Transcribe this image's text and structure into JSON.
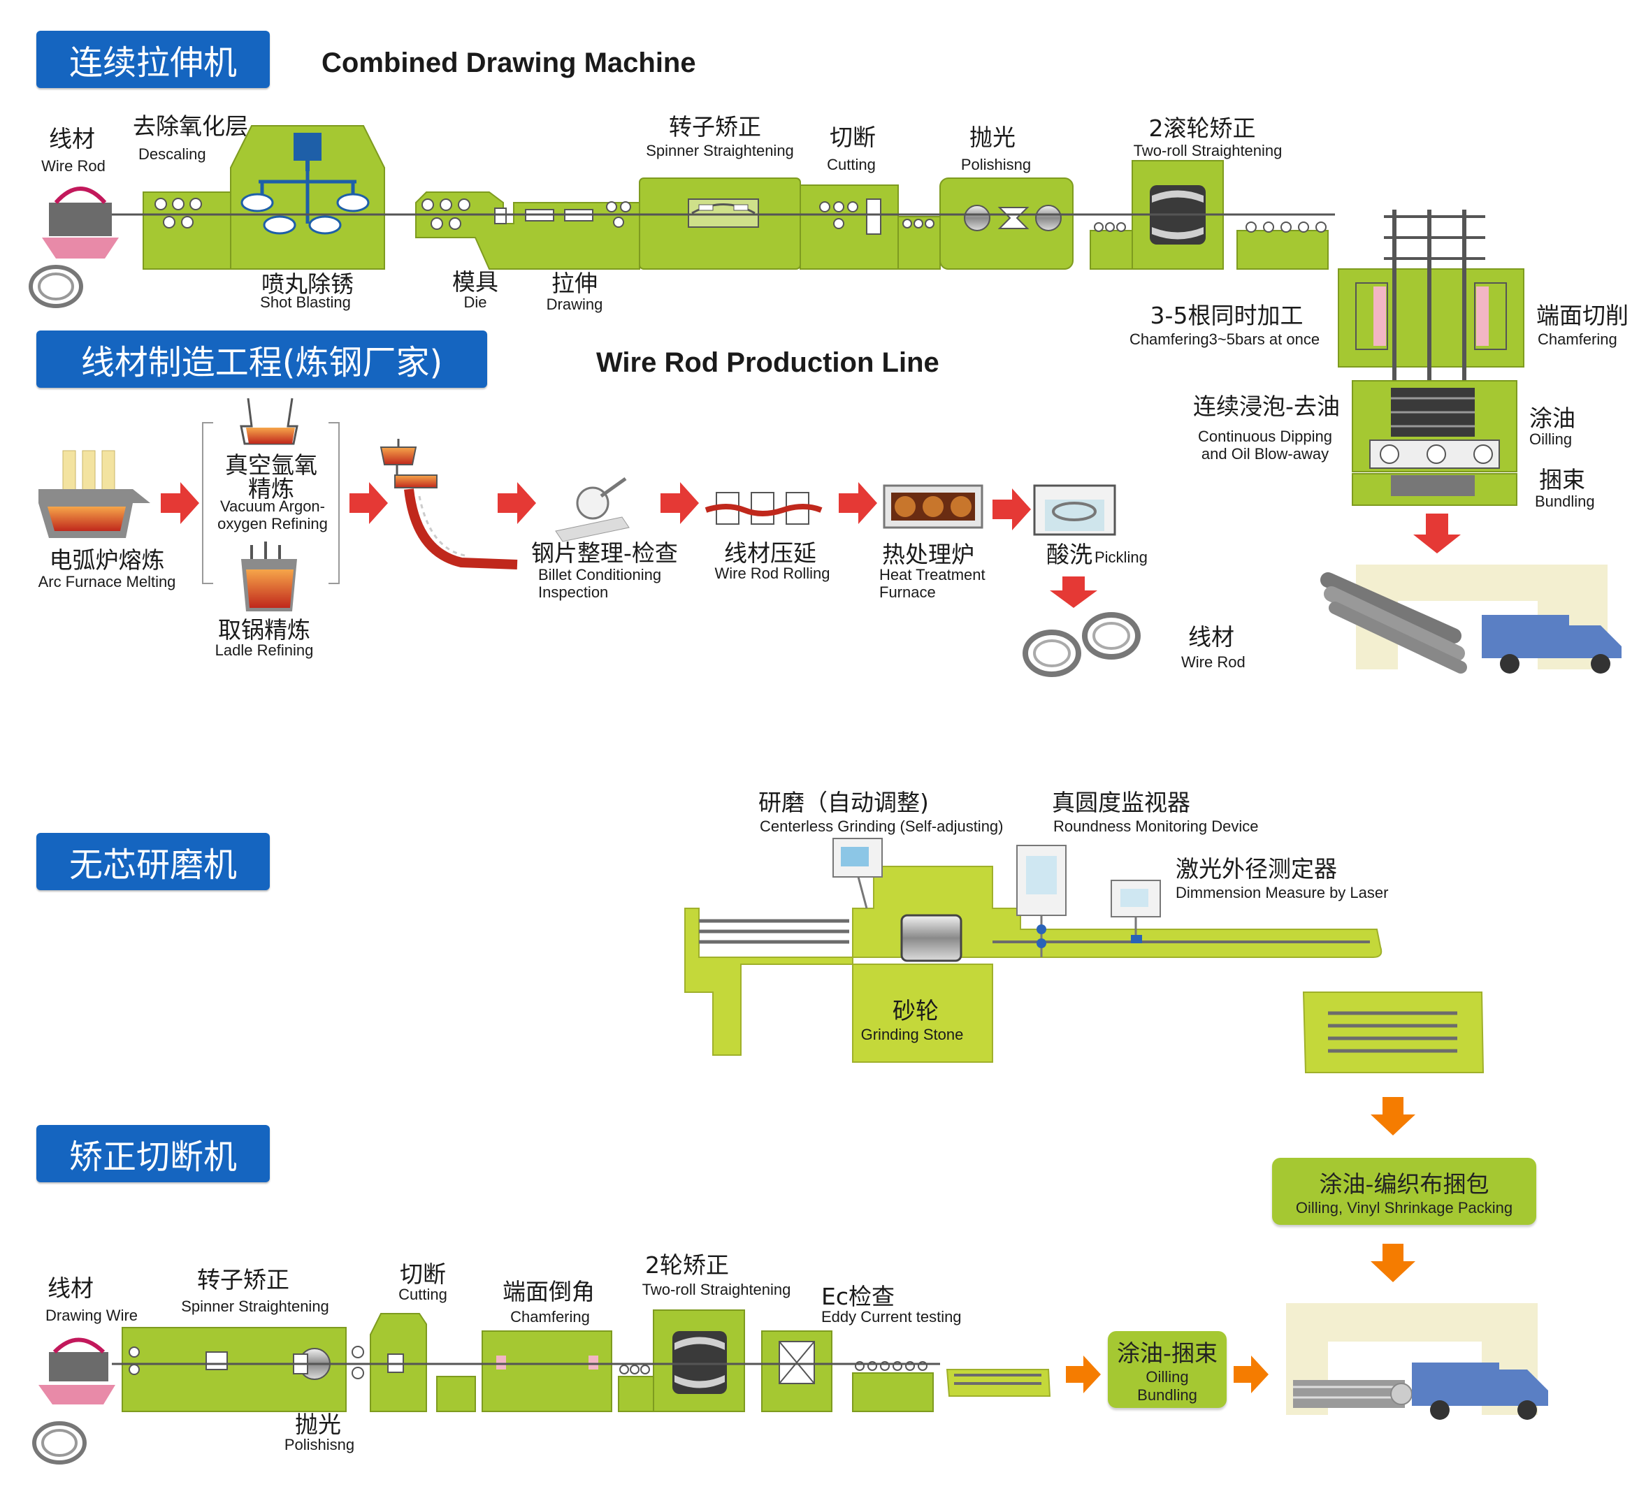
{
  "colors": {
    "header_blue": "#1565c0",
    "machine_green": "#a5c832",
    "arrow_red": "#e53935",
    "arrow_orange": "#f57c00",
    "truck_blue": "#5a7fc4"
  },
  "sections": {
    "drawing": {
      "header": "连续拉伸机",
      "title": "Combined Drawing Machine"
    },
    "wirerod": {
      "header": "线材制造工程(炼钢厂家)",
      "title": "Wire Rod Production Line"
    },
    "grinding": {
      "header": "无芯研磨机"
    },
    "straight": {
      "header": "矫正切断机"
    }
  },
  "drawing_labels": {
    "wire_rod": {
      "cn": "线材",
      "en": "Wire Rod"
    },
    "descaling": {
      "cn": "去除氧化层",
      "en": "Descaling"
    },
    "shot": {
      "cn": "喷丸除锈",
      "en": "Shot Blasting"
    },
    "die": {
      "cn": "模具",
      "en": "Die"
    },
    "draw": {
      "cn": "拉伸",
      "en": "Drawing"
    },
    "spinner": {
      "cn": "转子矫正",
      "en": "Spinner Straightening"
    },
    "cutting": {
      "cn": "切断",
      "en": "Cutting"
    },
    "polishing": {
      "cn": "抛光",
      "en": "Polishisng"
    },
    "tworoll": {
      "cn": "2滚轮矫正",
      "en": "Two-roll Straightening"
    },
    "batch": {
      "cn": "3-5根同时加工",
      "en": "Chamfering3~5bars at once"
    },
    "chamfer": {
      "cn": "端面切削",
      "en": "Chamfering"
    },
    "dipping": {
      "cn": "连续浸泡-去油",
      "en1": "Continuous Dipping",
      "en2": "and Oil Blow-away"
    },
    "oiling": {
      "cn": "涂油",
      "en": "Oilling"
    },
    "bundling": {
      "cn": "捆束",
      "en": "Bundling"
    }
  },
  "wirerod_labels": {
    "arc": {
      "cn": "电弧炉熔炼",
      "en": "Arc Furnace Melting"
    },
    "vacuum": {
      "cn1": "真空氩氧",
      "cn2": "精炼",
      "en1": "Vacuum Argon-",
      "en2": "oxygen Refining"
    },
    "ladle": {
      "cn": "取锅精炼",
      "en": "Ladle Refining"
    },
    "billet": {
      "cn": "钢片整理-检查",
      "en1": "Billet Conditioning",
      "en2": "Inspection"
    },
    "rolling": {
      "cn": "线材压延",
      "en": "Wire Rod Rolling"
    },
    "heat": {
      "cn": "热处理炉",
      "en1": "Heat Treatment",
      "en2": "Furnace"
    },
    "pickling": {
      "cn": "酸洗",
      "en": "Pickling"
    },
    "wire_rod": {
      "cn": "线材",
      "en": "Wire Rod"
    }
  },
  "grinding_labels": {
    "centerless": {
      "cn": "研磨（自动调整)",
      "en": "Centerless Grinding (Self-adjusting)"
    },
    "roundness": {
      "cn": "真圆度监视器",
      "en": "Roundness Monitoring Device"
    },
    "laser": {
      "cn": "激光外径测定器",
      "en": "Dimmension Measure by Laser"
    },
    "stone": {
      "cn": "砂轮",
      "en": "Grinding Stone"
    },
    "packing": {
      "cn": "涂油-编织布捆包",
      "en": "Oilling, Vinyl Shrinkage Packing"
    }
  },
  "straight_labels": {
    "wire": {
      "cn": "线材",
      "en": "Drawing Wire"
    },
    "spinner": {
      "cn": "转子矫正",
      "en": "Spinner Straightening"
    },
    "cutting": {
      "cn": "切断",
      "en": "Cutting"
    },
    "chamfer": {
      "cn": "端面倒角",
      "en": "Chamfering"
    },
    "tworoll": {
      "cn": "2轮矫正",
      "en": "Two-roll Straightening"
    },
    "eddy": {
      "cn": "Ec检查",
      "en": "Eddy Current testing"
    },
    "polishing": {
      "cn": "抛光",
      "en": "Polishisng"
    },
    "oil_bundle": {
      "cn": "涂油-捆束",
      "en1": "Oilling",
      "en2": "Bundling"
    }
  }
}
